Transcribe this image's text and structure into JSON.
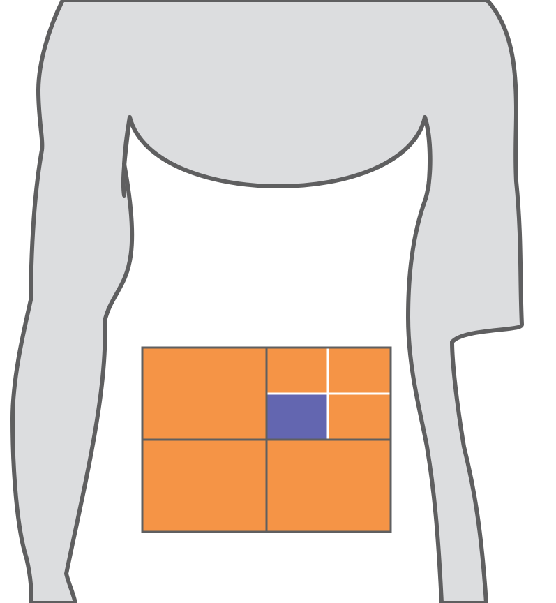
{
  "colors": {
    "background": "#ffffff",
    "body_fill": "#dcdddf",
    "outline": "#5f5f60",
    "region_fill": "#f59446",
    "highlight_fill": "#6366b0",
    "subdivision_line": "#ffffff"
  },
  "diagram": {
    "subject": "torso-back-outline",
    "grid": {
      "main_columns": 2,
      "main_rows": 2,
      "subdivided_quadrant": "top-right",
      "sub_columns": 2,
      "sub_rows": 2,
      "highlighted_subcell": "bottom-left"
    }
  }
}
